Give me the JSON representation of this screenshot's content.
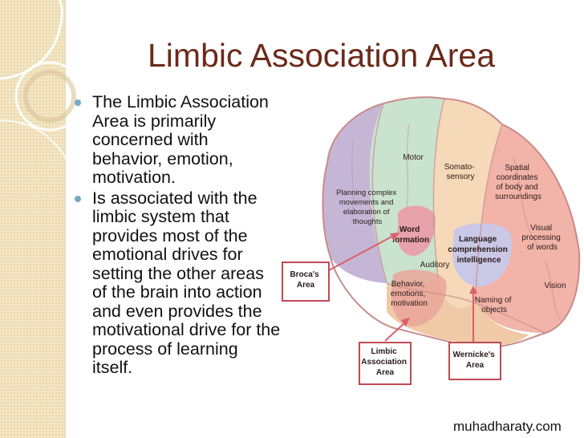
{
  "slide": {
    "title": "Limbic Association Area",
    "bullets": [
      "The Limbic Association Area is primarily concerned with behavior, emotion, motivation.",
      "Is associated with the limbic system that provides most of the emotional drives for setting the other areas of the brain into action and even provides the motivational drive for the process of learning itself."
    ]
  },
  "diagram": {
    "motor": "Motor",
    "somatosensory": [
      "Somato-",
      "sensory"
    ],
    "spatial": [
      "Spatial",
      "coordinates",
      "of body and",
      "surroundings"
    ],
    "planning": [
      "Planning complex",
      "movements and",
      "elaboration of",
      "thoughts"
    ],
    "word_formation": [
      "Word",
      "formation"
    ],
    "language": [
      "Language",
      "comprehension",
      "intelligence"
    ],
    "visual": [
      "Visual",
      "processing",
      "of words"
    ],
    "auditory": "Auditory",
    "behavior": [
      "Behavior,",
      "emotions,",
      "motivation"
    ],
    "vision": "Vision",
    "naming": [
      "Naming of",
      "objects"
    ],
    "brocas_box": [
      "Broca's",
      "Area"
    ],
    "limbic_box": [
      "Limbic",
      "Association",
      "Area"
    ],
    "wernickes_box": [
      "Wernicke's",
      "Area"
    ]
  },
  "footer": {
    "watermark": "muhadharaty.com"
  }
}
